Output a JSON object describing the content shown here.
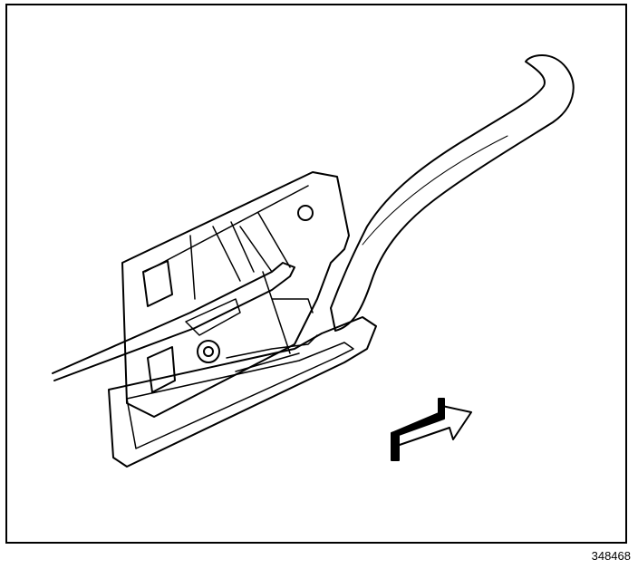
{
  "figure": {
    "id": "348468",
    "subject": "door-handle-assembly-with-rod",
    "arrow_direction": "up-right"
  }
}
